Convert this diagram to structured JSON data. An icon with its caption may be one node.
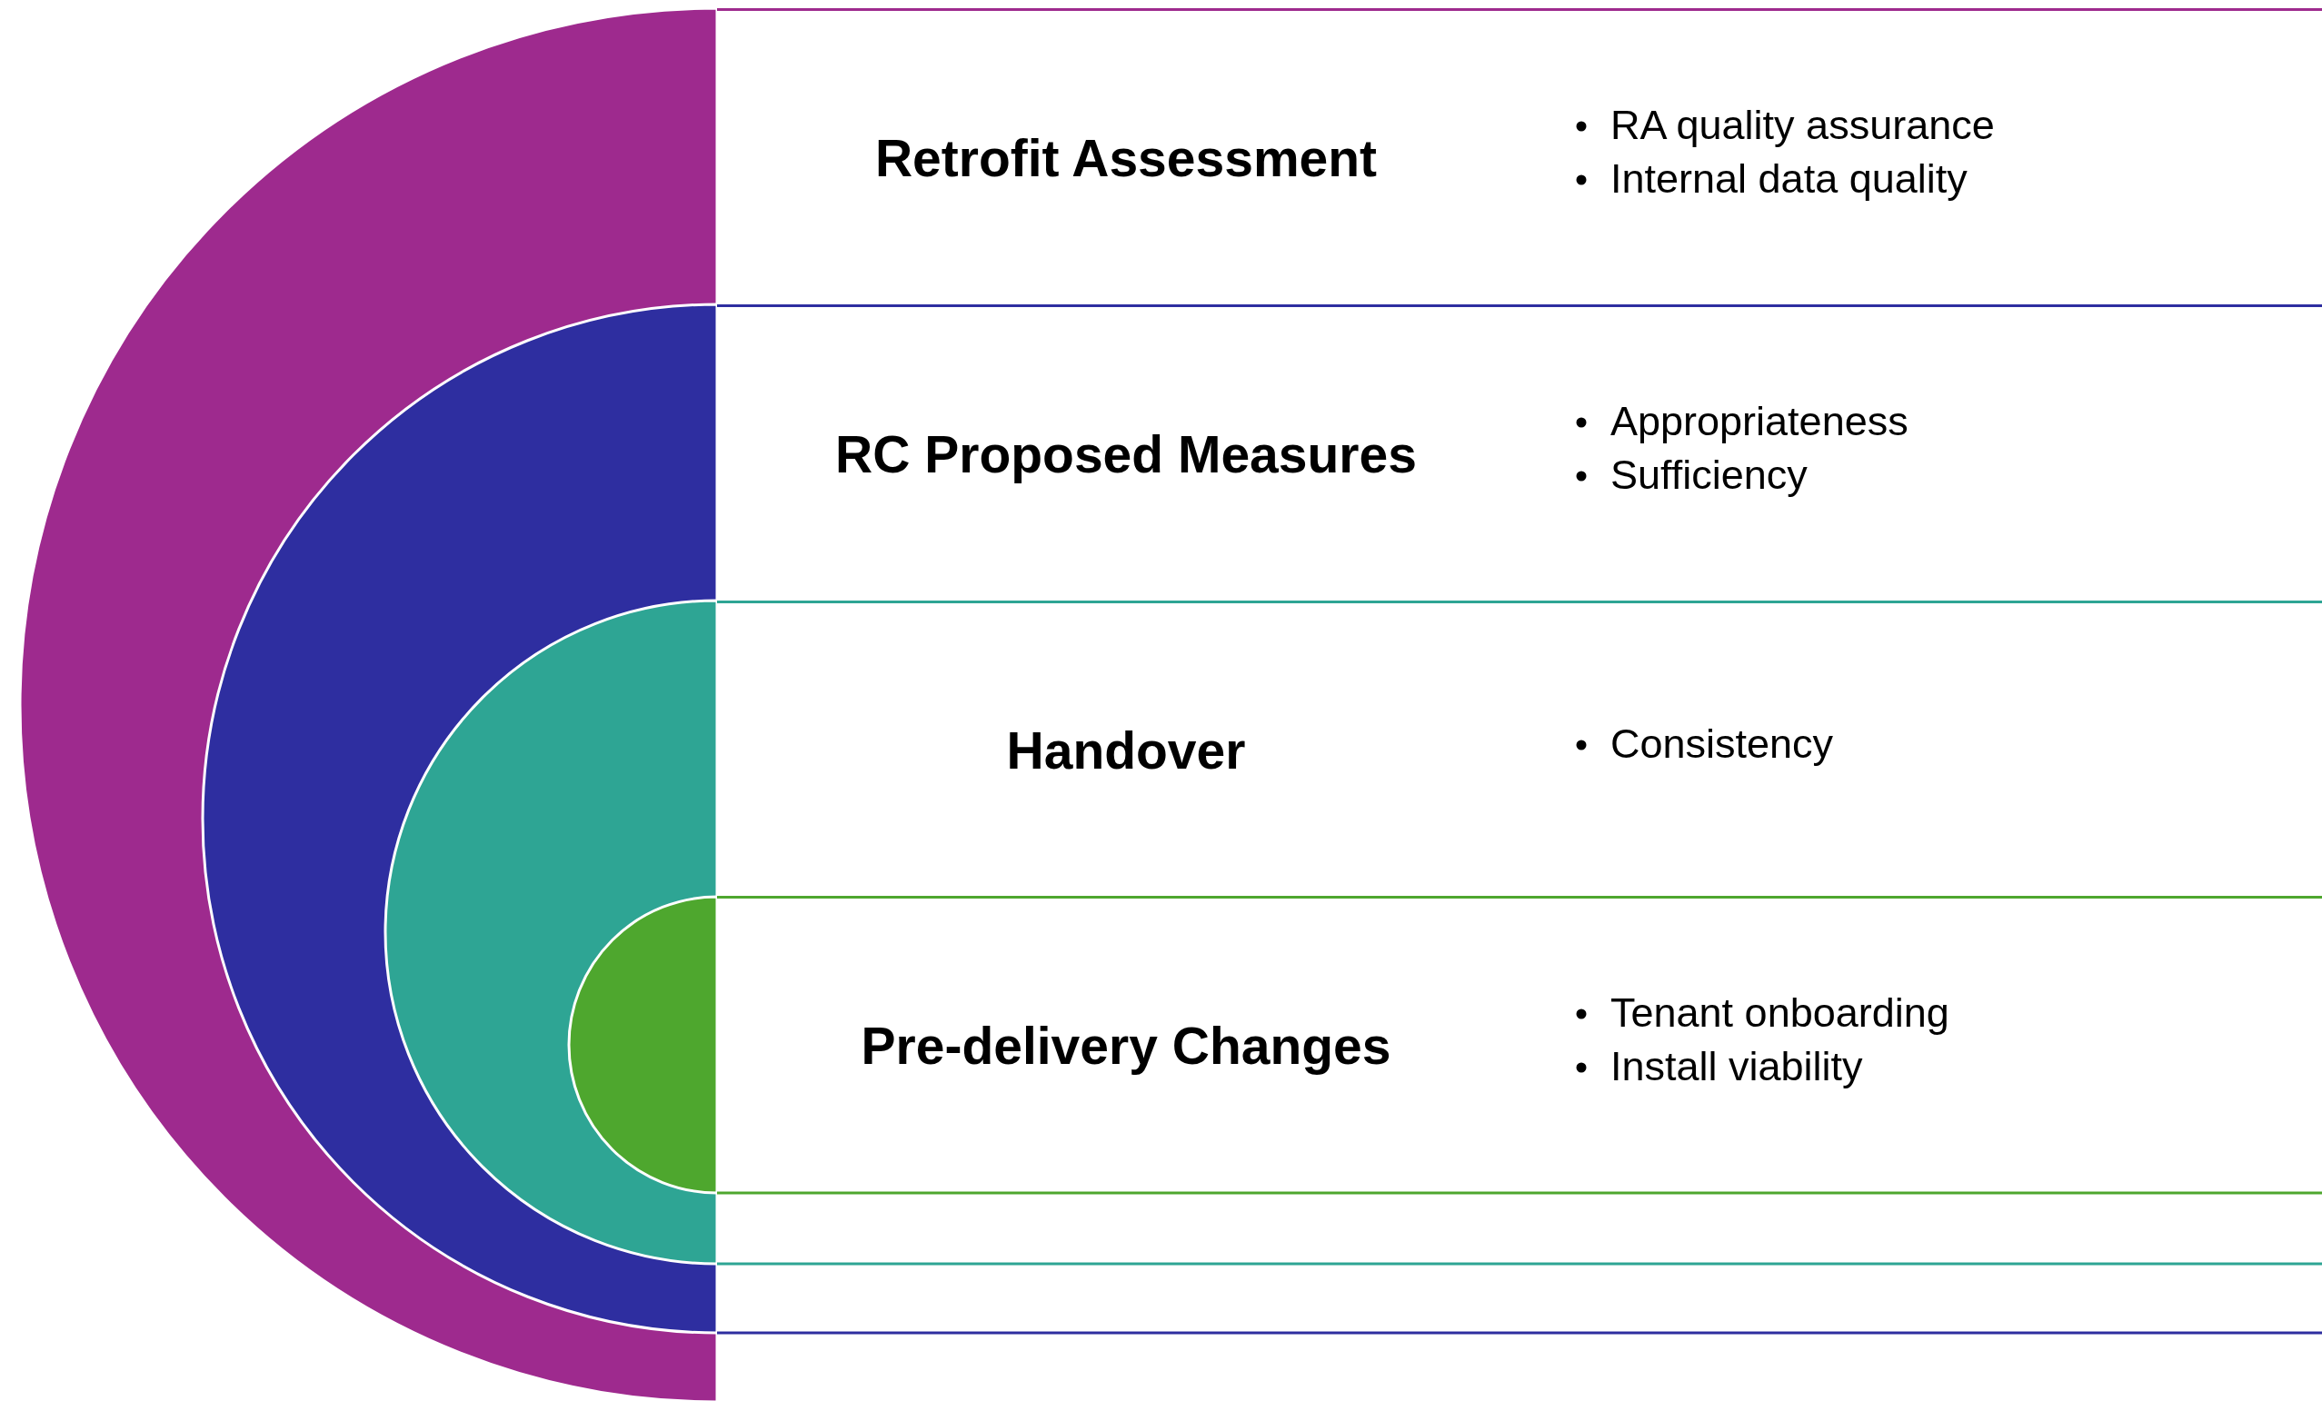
{
  "diagram": {
    "nodes": [
      {
        "text": [
          "Retrofit Assessment",
          "RA quality assurance",
          "Internal data quality"
        ]
      },
      {
        "text": [
          "RC Proposed Measures",
          "Appropriateness",
          "Sufficiency"
        ]
      },
      {
        "text": [
          "Handover",
          "Consistency"
        ]
      },
      {
        "text": [
          "Pre-delivery Changes",
          "Tenant onboarding",
          "Install viability"
        ]
      }
    ]
  }
}
